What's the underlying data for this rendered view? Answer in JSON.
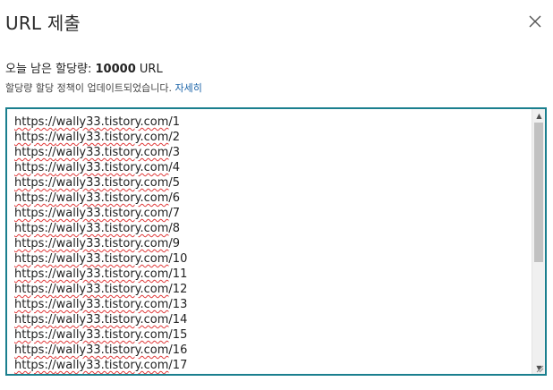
{
  "dialog": {
    "title": "URL 제출",
    "close_icon": "close-icon"
  },
  "quota": {
    "label": "오늘 남은 할당량:",
    "value": "10000",
    "unit": "URL"
  },
  "policy": {
    "text": "할당량 할당 정책이 업데이트되었습니다.",
    "link": "자세히"
  },
  "urls": [
    {
      "scheme": "https://",
      "host": "wally33.tistory.com",
      "path": "/1"
    },
    {
      "scheme": "https://",
      "host": "wally33.tistory.com",
      "path": "/2"
    },
    {
      "scheme": "https://",
      "host": "wally33.tistory.com",
      "path": "/3"
    },
    {
      "scheme": "https://",
      "host": "wally33.tistory.com",
      "path": "/4"
    },
    {
      "scheme": "https://",
      "host": "wally33.tistory.com",
      "path": "/5"
    },
    {
      "scheme": "https://",
      "host": "wally33.tistory.com",
      "path": "/6"
    },
    {
      "scheme": "https://",
      "host": "wally33.tistory.com",
      "path": "/7"
    },
    {
      "scheme": "https://",
      "host": "wally33.tistory.com",
      "path": "/8"
    },
    {
      "scheme": "https://",
      "host": "wally33.tistory.com",
      "path": "/9"
    },
    {
      "scheme": "https://",
      "host": "wally33.tistory.com",
      "path": "/10"
    },
    {
      "scheme": "https://",
      "host": "wally33.tistory.com",
      "path": "/11"
    },
    {
      "scheme": "https://",
      "host": "wally33.tistory.com",
      "path": "/12"
    },
    {
      "scheme": "https://",
      "host": "wally33.tistory.com",
      "path": "/13"
    },
    {
      "scheme": "https://",
      "host": "wally33.tistory.com",
      "path": "/14"
    },
    {
      "scheme": "https://",
      "host": "wally33.tistory.com",
      "path": "/15"
    },
    {
      "scheme": "https://",
      "host": "wally33.tistory.com",
      "path": "/16"
    },
    {
      "scheme": "https://",
      "host": "wally33.tistory.com",
      "path": "/17"
    }
  ],
  "colors": {
    "accent_border": "#1a7f8e",
    "link": "#1a63a8",
    "spellcheck": "#e03a3a"
  }
}
